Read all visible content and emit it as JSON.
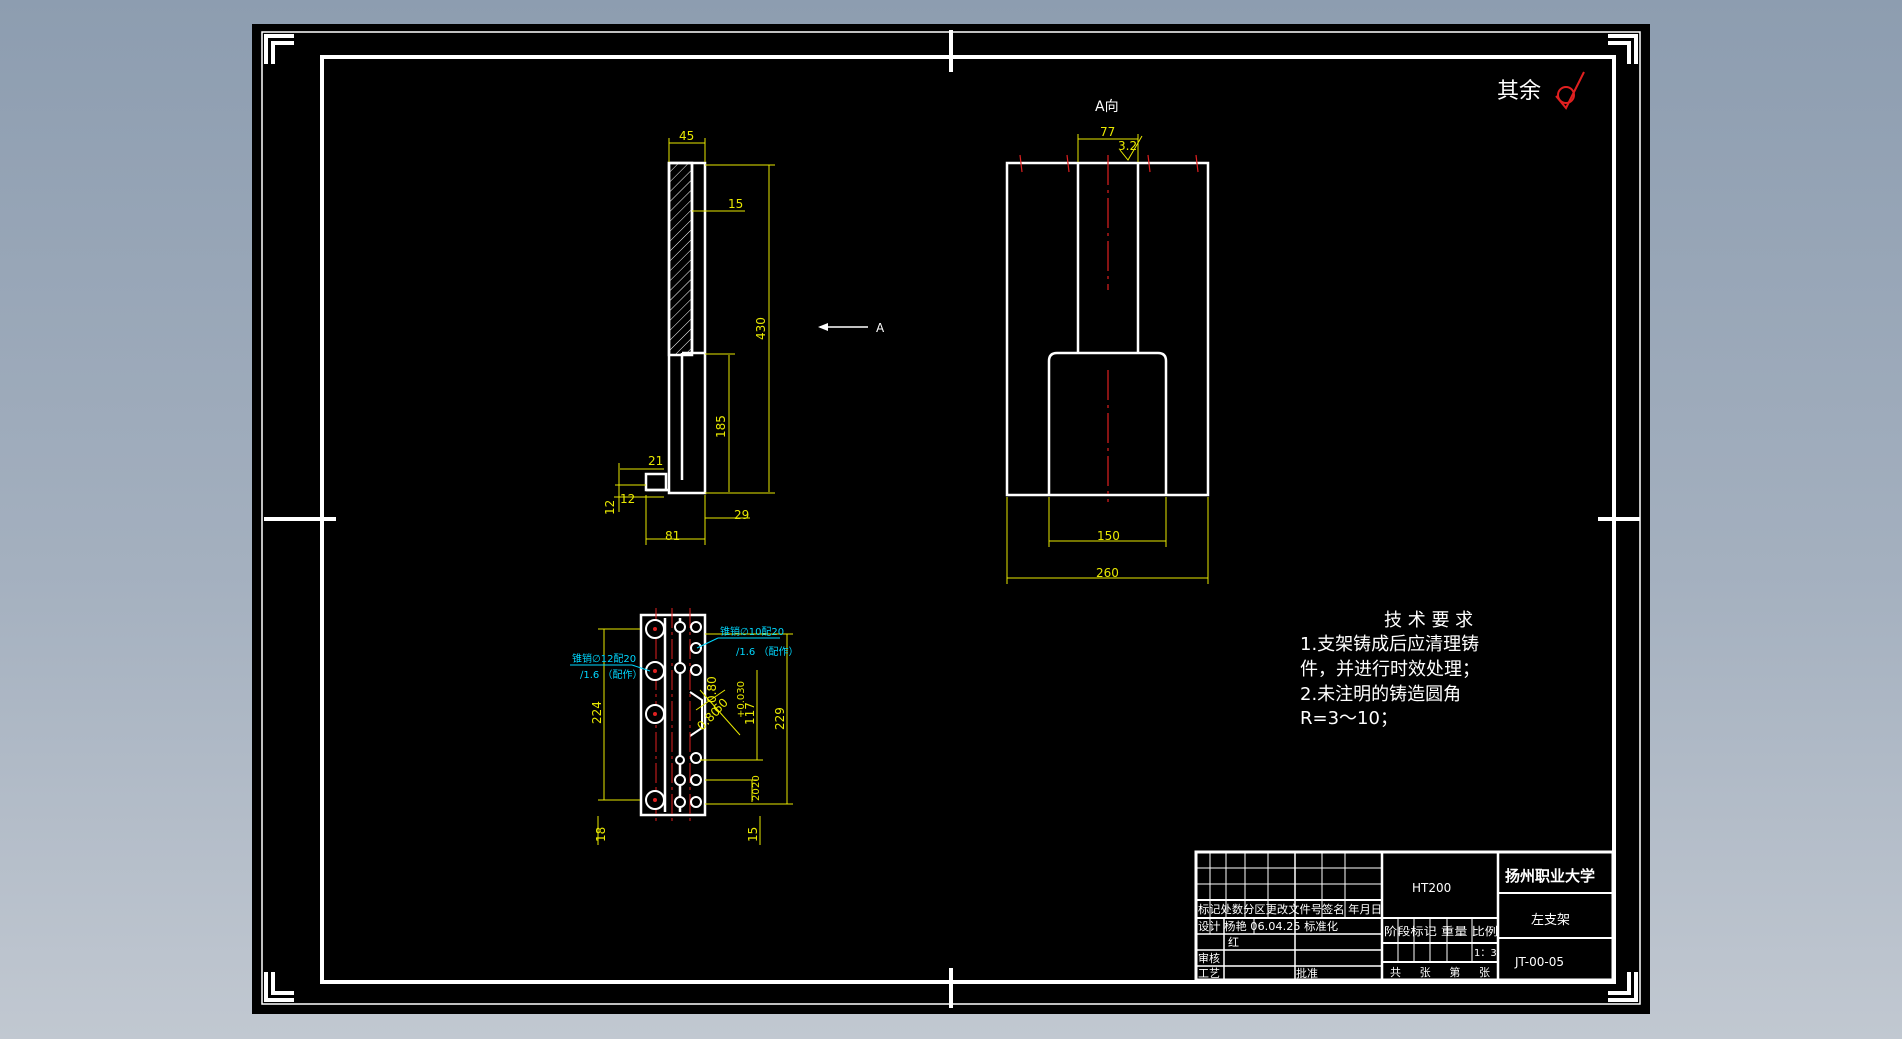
{
  "colors": {
    "background_top": "#8d9db0",
    "sheet": "#000000",
    "frame": "#ffffff",
    "dimension": "#e8e800",
    "centerline": "#e02020",
    "annotation": "#00d8ff"
  },
  "icons": {
    "surface_finish": "surface-roughness-check-icon",
    "section_arrow": "view-arrow-icon"
  },
  "roughness_note": "其余",
  "view_a_label": "A向",
  "arrow_label": "A",
  "front_view": {
    "dims": {
      "top_width": "45",
      "web": "15",
      "total_height": "430",
      "lower_height": "185",
      "base_21": "21",
      "base_12a": "12",
      "base_12b": "12",
      "base_81": "81",
      "base_29": "29"
    }
  },
  "view_a": {
    "dims": {
      "top_77": "77",
      "roughness_32": "3.2",
      "inner_150": "150",
      "overall_260": "260"
    }
  },
  "hole_view": {
    "notes": {
      "left_note": "锥销∅12配20",
      "left_note_2": "∕1.6 （配作）",
      "right_note": "锥销∅10配20",
      "right_note_2": "∕1.6 （配作）"
    },
    "dims": {
      "height_224": "224",
      "height_229": "229",
      "dim_117": "117",
      "tol": "+0.030",
      "d_080a": "0.80",
      "d_080b": "0.80",
      "dim_60": "60",
      "bottom_18": "18",
      "bottom_15": "15",
      "r_20a": "20",
      "r_20b": "20"
    }
  },
  "tech_requirements": {
    "title": "技 术 要 求",
    "lines": [
      "1.支架铸成后应清理铸",
      "件，并进行时效处理；",
      "2.未注明的铸造圆角",
      "R=3～10；"
    ]
  },
  "title_block": {
    "material": "HT200",
    "school": "扬州职业大学",
    "part_name": "左支架",
    "drawing_no": "JT-00-05",
    "scale": "1：3",
    "header_row": "标记处数分区更改文件号签名 年月日",
    "design_row": "设计 杨艳 06.04.25 标准化",
    "row_2": "红",
    "stage_row": "阶段标记 重量 比例",
    "review": "审核",
    "process": "工艺",
    "approve": "批准",
    "sheets": "共 张 第 张"
  }
}
